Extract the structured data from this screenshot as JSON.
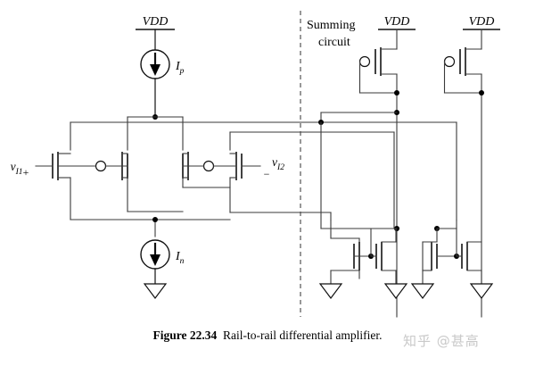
{
  "figure": {
    "caption_number": "Figure 22.34",
    "caption_text": "Rail-to-rail differential amplifier.",
    "watermark": "知乎 @甚高"
  },
  "labels": {
    "vdd_main": "VDD",
    "vdd_sum_left": "VDD",
    "vdd_sum_right": "VDD",
    "current_source_p": "I",
    "current_source_p_sub": "p",
    "current_source_n": "I",
    "current_source_n_sub": "n",
    "input_left": "v",
    "input_left_sub": "I1",
    "input_left_sign": "+",
    "input_right": "v",
    "input_right_sub": "I2",
    "input_right_sign": "−",
    "summing_line1": "Summing",
    "summing_line2": "circuit"
  },
  "devices": {
    "m1_type": "nmos",
    "m2_type": "pmos",
    "m3_type": "pmos",
    "m4_type": "nmos",
    "sum_p1_type": "pmos-diode",
    "sum_p2_type": "pmos-diode",
    "sum_n1_type": "nmos-diode",
    "sum_n2_type": "nmos",
    "sum_n3_type": "nmos-diode",
    "sum_n4_type": "nmos"
  },
  "colors": {
    "wire": "#3a3a3a",
    "ink": "#111111",
    "device_bar": "#444444",
    "watermark": "#c9c9c9",
    "background": "#ffffff"
  },
  "counts": {
    "ground_symbols": 5,
    "vdd_rails": 3,
    "current_sources": 2,
    "transistors": 10
  }
}
